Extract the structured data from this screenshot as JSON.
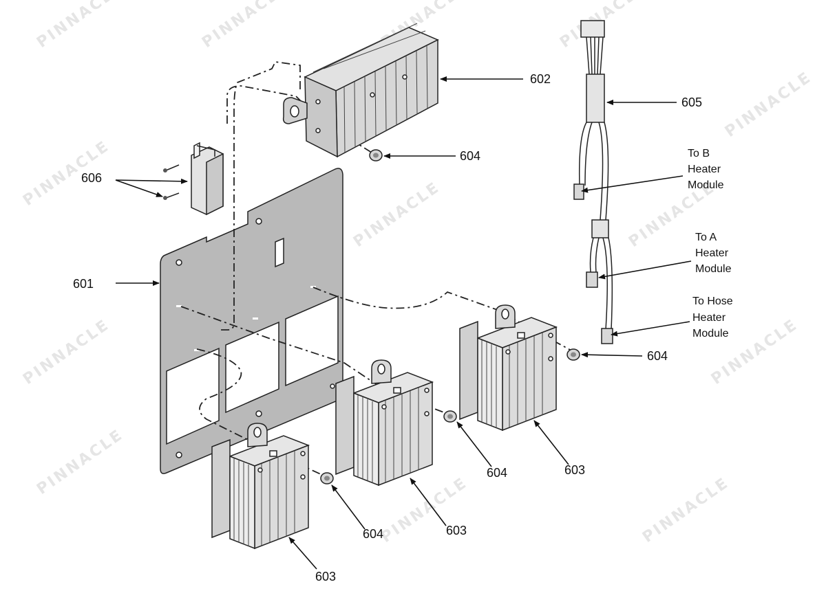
{
  "watermark": {
    "text": "PINNACLE"
  },
  "callouts": {
    "c601": "601",
    "c602": "602",
    "c603a": "603",
    "c603b": "603",
    "c603c": "603",
    "c604a": "604",
    "c604b": "604",
    "c604c": "604",
    "c604d": "604",
    "c605": "605",
    "c606": "606"
  },
  "notes": {
    "b_heater": [
      "To B",
      "Heater",
      "Module"
    ],
    "a_heater": [
      "To A",
      "Heater",
      "Module"
    ],
    "hose_heater": [
      "To Hose",
      "Heater",
      "Module"
    ]
  }
}
